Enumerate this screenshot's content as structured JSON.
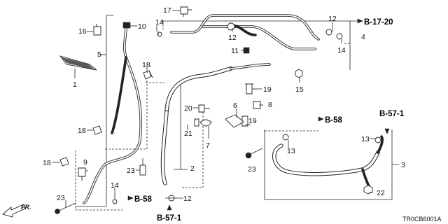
{
  "diagram_code": "TR0CB6001A",
  "direction_label": "FR.",
  "callouts": [
    {
      "id": "c1",
      "text": "1"
    },
    {
      "id": "c2",
      "text": "2"
    },
    {
      "id": "c3",
      "text": "3"
    },
    {
      "id": "c4",
      "text": "4"
    },
    {
      "id": "c5",
      "text": "5"
    },
    {
      "id": "c6",
      "text": "6"
    },
    {
      "id": "c7",
      "text": "7"
    },
    {
      "id": "c8",
      "text": "8"
    },
    {
      "id": "c9",
      "text": "9"
    },
    {
      "id": "c10",
      "text": "10"
    },
    {
      "id": "c11",
      "text": "11"
    },
    {
      "id": "c12a",
      "text": "12"
    },
    {
      "id": "c12b",
      "text": "12"
    },
    {
      "id": "c12c",
      "text": "12"
    },
    {
      "id": "c13a",
      "text": "13"
    },
    {
      "id": "c13b",
      "text": "13"
    },
    {
      "id": "c14a",
      "text": "14"
    },
    {
      "id": "c14b",
      "text": "14"
    },
    {
      "id": "c14c",
      "text": "14"
    },
    {
      "id": "c15",
      "text": "15"
    },
    {
      "id": "c16",
      "text": "16"
    },
    {
      "id": "c17",
      "text": "17"
    },
    {
      "id": "c18a",
      "text": "18"
    },
    {
      "id": "c18b",
      "text": "18"
    },
    {
      "id": "c18c",
      "text": "18"
    },
    {
      "id": "c19a",
      "text": "19"
    },
    {
      "id": "c19b",
      "text": "19"
    },
    {
      "id": "c20",
      "text": "20"
    },
    {
      "id": "c21",
      "text": "21"
    },
    {
      "id": "c22",
      "text": "22"
    },
    {
      "id": "c23a",
      "text": "23"
    },
    {
      "id": "c23b",
      "text": "23"
    },
    {
      "id": "c23c",
      "text": "23"
    }
  ],
  "references": [
    {
      "id": "r1",
      "text": "B-17-20"
    },
    {
      "id": "r2",
      "text": "B-58"
    },
    {
      "id": "r3",
      "text": "B-57-1"
    },
    {
      "id": "r4",
      "text": "B-58"
    },
    {
      "id": "r5",
      "text": "B-57-1"
    }
  ]
}
